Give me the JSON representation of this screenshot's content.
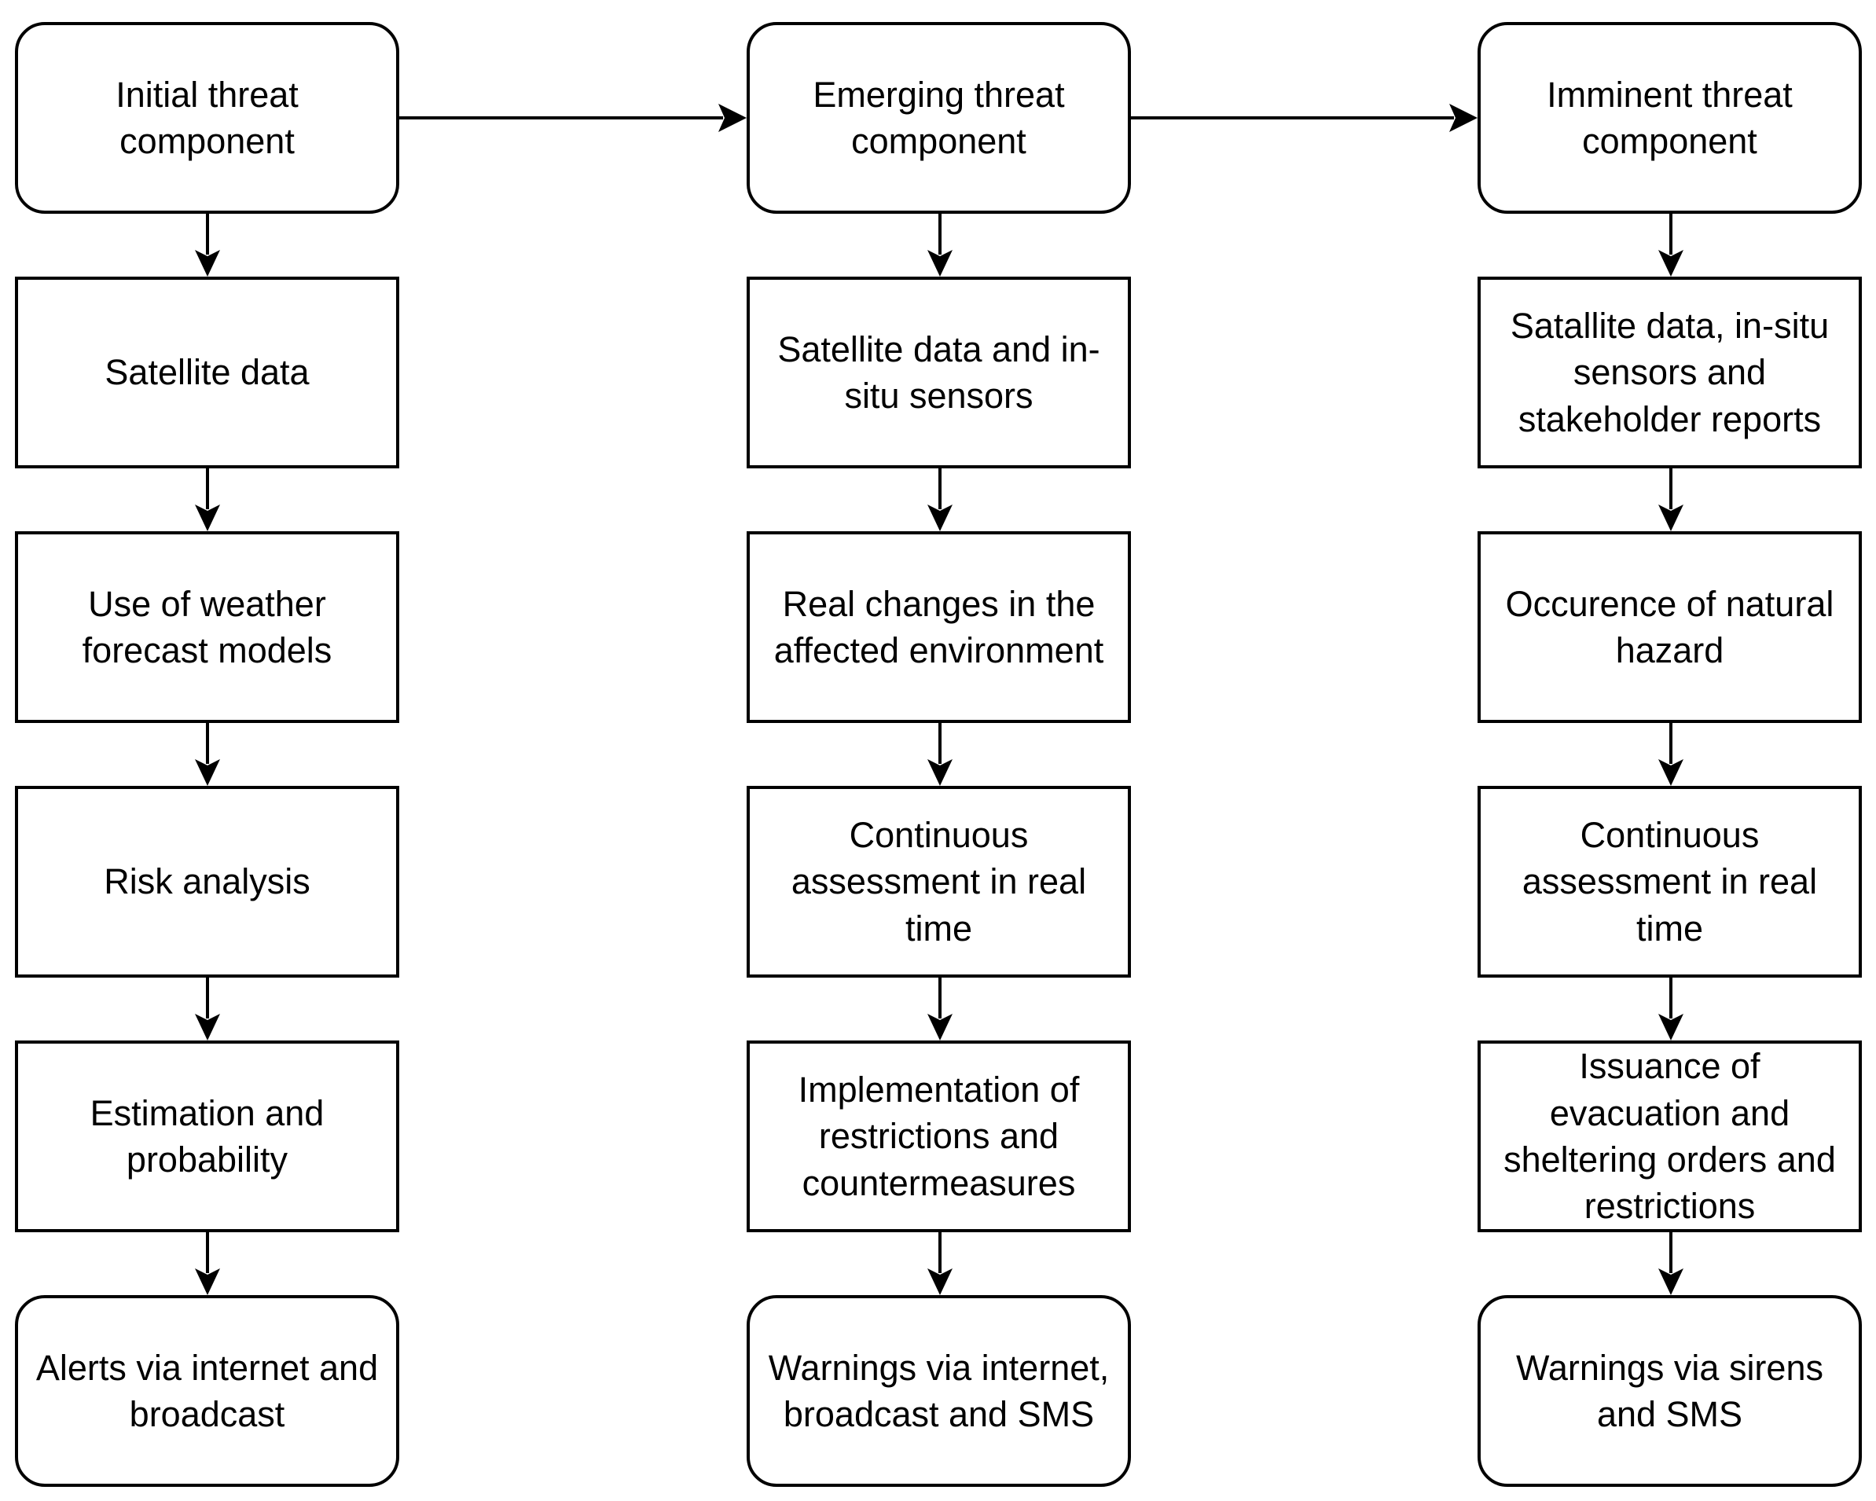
{
  "diagram": {
    "columns": [
      {
        "header": "Initial threat\ncomponent",
        "steps": [
          "Satellite data",
          "Use of weather\nforecast models",
          "Risk analysis",
          "Estimation and\nprobability"
        ],
        "output": "Alerts via internet and\nbroadcast"
      },
      {
        "header": "Emerging threat\ncomponent",
        "steps": [
          "Satellite data and in-\nsitu sensors",
          "Real changes in the\naffected environment",
          "Continuous\nassessment in real\ntime",
          "Implementation of\nrestrictions and\ncountermeasures"
        ],
        "output": "Warnings via internet,\nbroadcast and SMS"
      },
      {
        "header": "Imminent threat\ncomponent",
        "steps": [
          "Satallite data, in-situ\nsensors and\nstakeholder reports",
          "Occurence of natural\nhazard",
          "Continuous\nassessment in real\ntime",
          "Issuance of\nevacuation and\nsheltering orders and\nrestrictions"
        ],
        "output": "Warnings via sirens\nand SMS"
      }
    ],
    "colors": {
      "stroke": "#000000",
      "fill": "#ffffff",
      "text": "#000000"
    }
  }
}
